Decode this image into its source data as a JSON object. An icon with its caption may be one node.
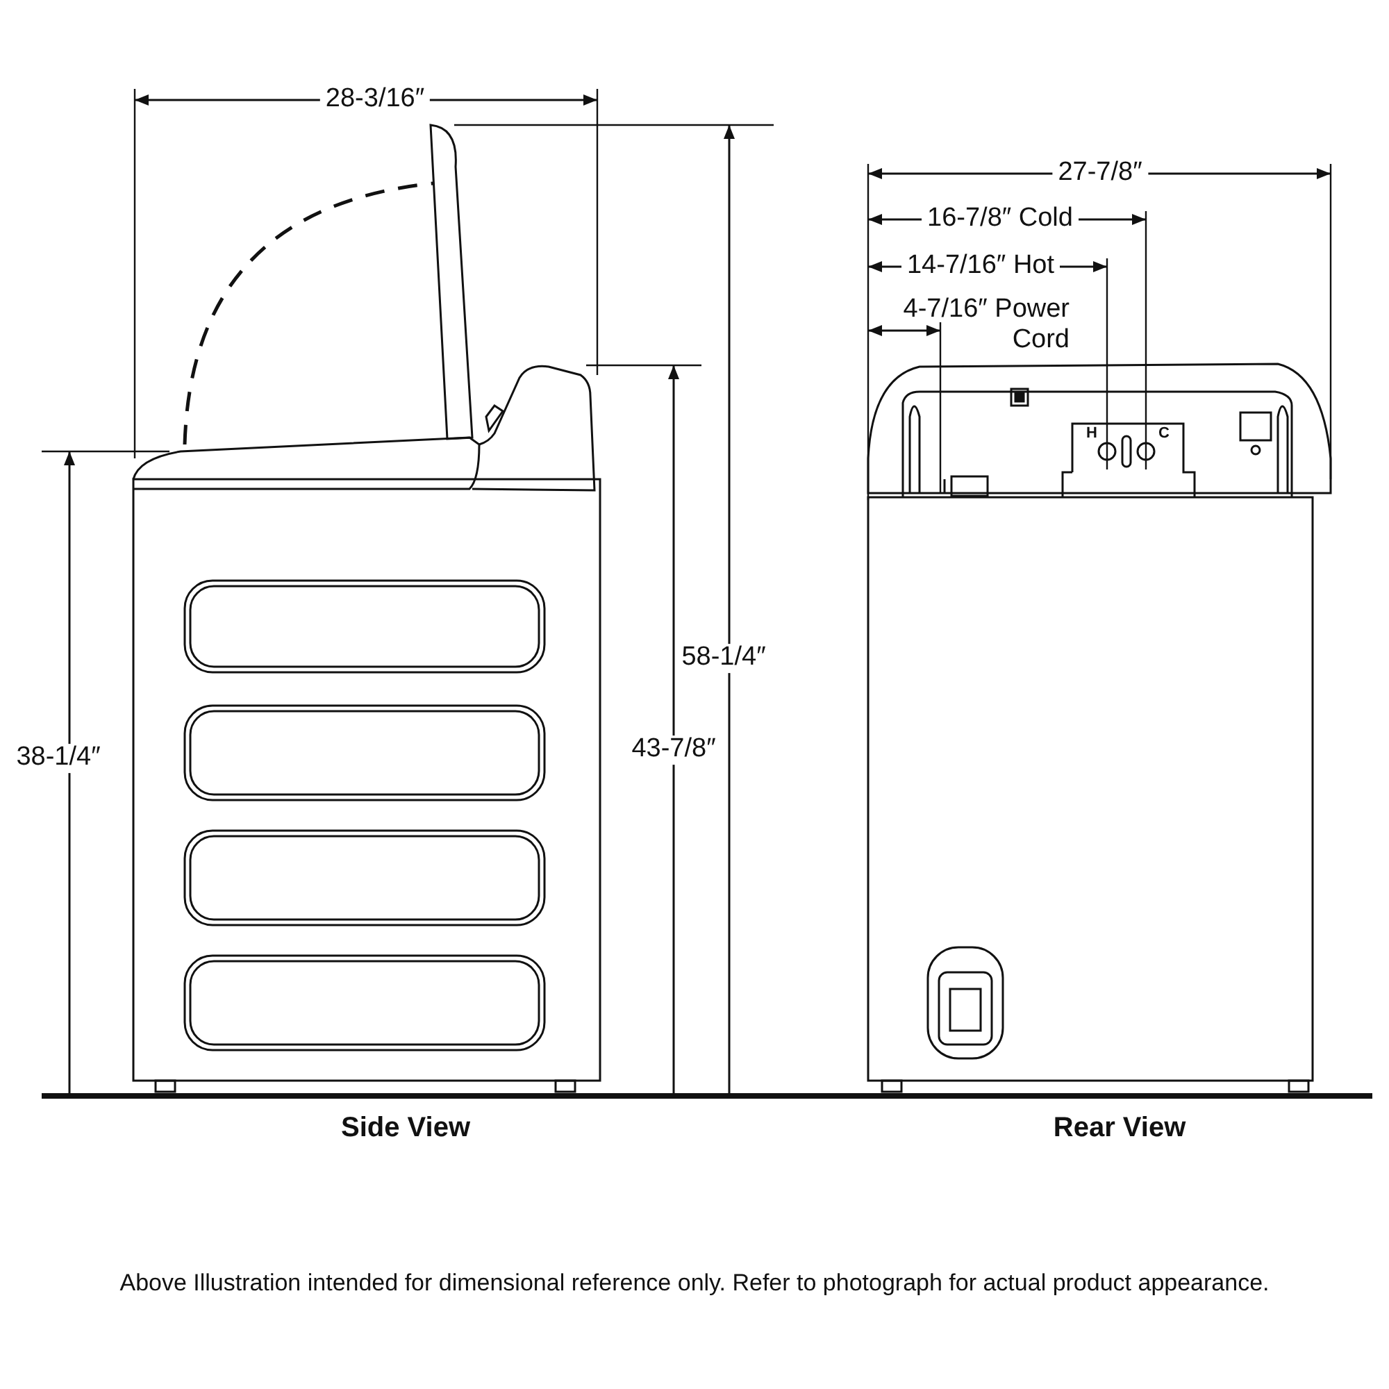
{
  "diagram": {
    "caption": "Above Illustration intended for dimensional reference only. Refer to photograph for actual product appearance.",
    "labels": [
      "28-3/16″",
      "27-7/8″",
      "16-7/8″ Cold",
      "14-7/16″ Hot",
      "4-7/16″ Power Cord",
      "H",
      "C",
      "38-1/4″",
      "43-7/8″",
      "58-1/4″",
      "Side View",
      "Rear View"
    ]
  }
}
